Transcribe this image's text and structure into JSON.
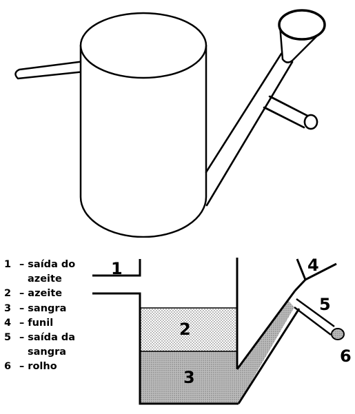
{
  "legend": [
    {
      "num": "1",
      "lines": [
        "– saída do",
        "azeite"
      ]
    },
    {
      "num": "2",
      "lines": [
        "– azeite"
      ]
    },
    {
      "num": "3",
      "lines": [
        "– sangra"
      ]
    },
    {
      "num": "4",
      "lines": [
        "– funil"
      ]
    },
    {
      "num": "5",
      "lines": [
        "– saída da",
        "sangra"
      ]
    },
    {
      "num": "6",
      "lines": [
        "– rolho"
      ]
    }
  ],
  "labels": {
    "n1": "1",
    "n2": "2",
    "n3": "3",
    "n4": "4",
    "n5": "5",
    "n6": "6"
  }
}
